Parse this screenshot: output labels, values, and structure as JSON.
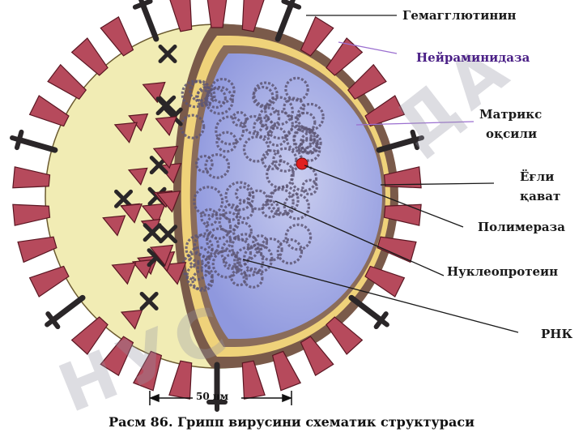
{
  "labels": {
    "hemagglutinin": "Гемагглютинин",
    "neuraminidase": "Нейраминидаза",
    "matrix_line1": "Матрикс",
    "matrix_line2": "оқсили",
    "lipid_line1": "Ёғли",
    "lipid_line2": "қават",
    "polymerase": "Полимераза",
    "nucleoprotein": "Нуклеопротеин",
    "rna": "РНК"
  },
  "scale": {
    "text": "50 нм"
  },
  "caption": "Расм 86. Грипп вирусини схематик структураси",
  "watermark": {
    "left_text": "НУС",
    "right_text": "ДА"
  },
  "colors": {
    "spike": "#b64a5c",
    "spike_dark": "#5a1622",
    "neuraminidase": "#2a2628",
    "outer_fill": "#f1ecb4",
    "membrane_brown": "#7a5a4a",
    "membrane_yellow": "#efd27a",
    "interior": "#9da6e6",
    "interior_light": "#c9cdef",
    "nucleoprotein": "#5d5674",
    "polymerase": "#e02020",
    "label_purple": "#4a1f86",
    "leader_purple": "#9b6fd0"
  }
}
